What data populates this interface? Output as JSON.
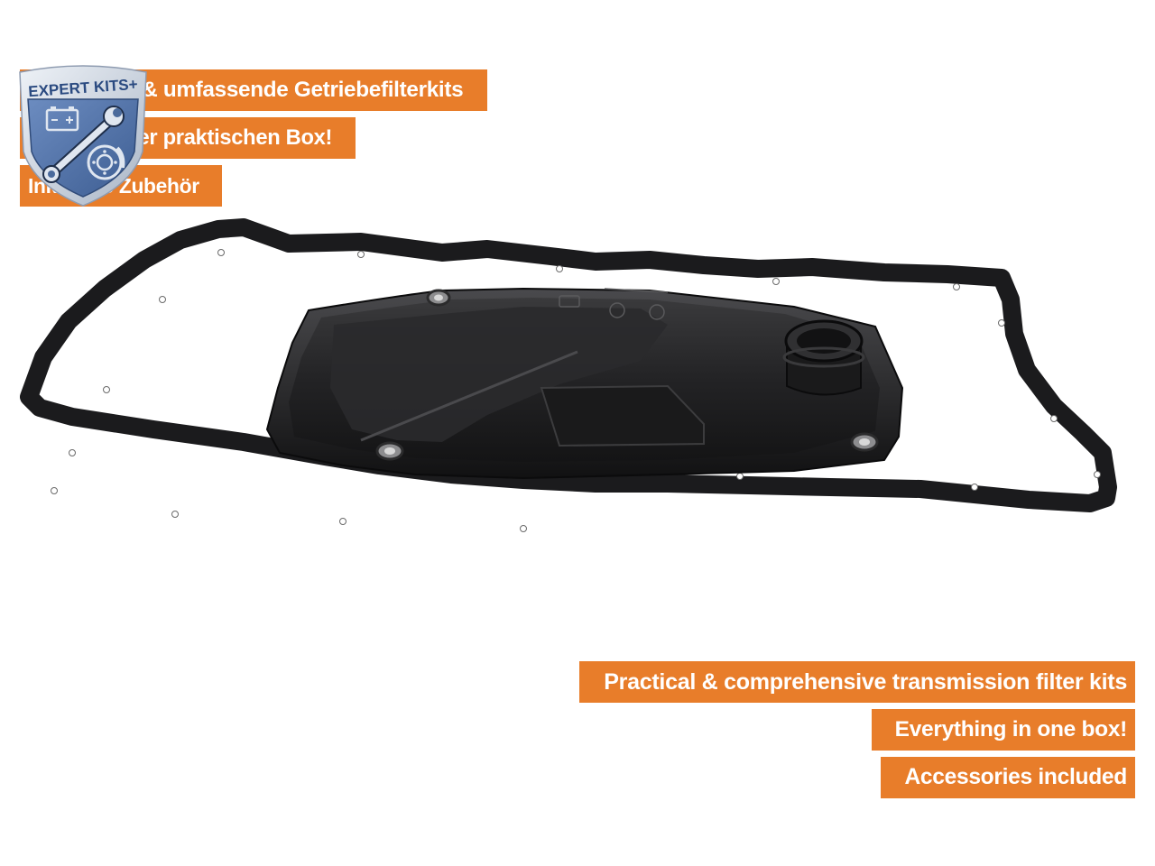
{
  "badge": {
    "text": "EXPERT KITS+",
    "icons": [
      "battery-icon",
      "wrench-icon",
      "brake-disc-icon"
    ],
    "colors": {
      "shield": "#4a6a9c",
      "border": "#b9c4d2",
      "text": "#2a4a80"
    }
  },
  "banners_de": [
    "Praktische & umfassende Getriebefilterkits",
    "Alles in einer praktischen Box!",
    "Inklusive Zubehör"
  ],
  "banners_en": [
    "Practical & comprehensive transmission filter kits",
    "Everything in one box!",
    "Accessories included"
  ],
  "colors": {
    "banner": "#e87d2a",
    "banner_text": "#ffffff",
    "background": "#ffffff"
  }
}
